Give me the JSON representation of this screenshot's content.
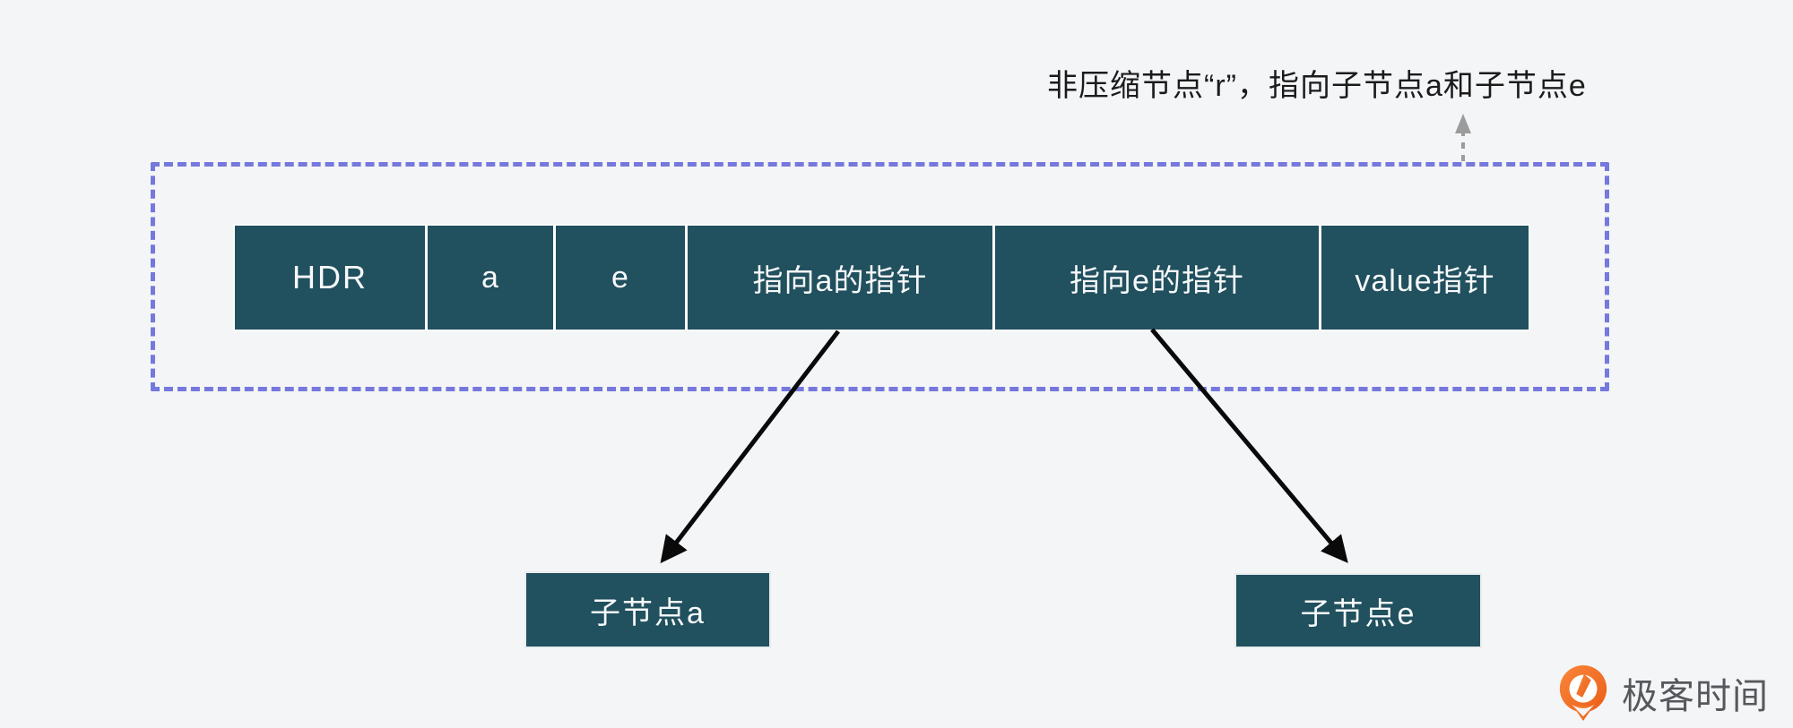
{
  "diagram": {
    "annotation": "非压缩节点“r”，指向子节点a和子节点e",
    "node_box": {
      "cells": [
        "HDR",
        "a",
        "e",
        "指向a的指针",
        "指向e的指针",
        "value指针"
      ]
    },
    "child_nodes": [
      "子节点a",
      "子节点e"
    ],
    "colors": {
      "background": "#F4F5F7",
      "cell_fill": "#21505E",
      "cell_text": "#FFFFFF",
      "dashed_border_purple": "#7578DC",
      "arrow_black": "#0A0A0A",
      "arrow_gray": "#9C9C9C",
      "logo_orange": "#F1681F",
      "logo_text_gray": "#57585C"
    }
  },
  "logo": {
    "text": "极客时间"
  }
}
